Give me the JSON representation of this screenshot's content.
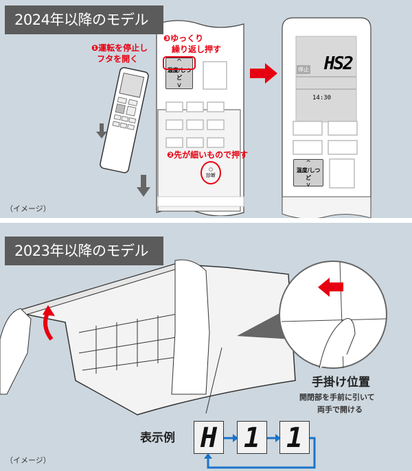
{
  "section_2024": {
    "title": "2024年以降のモデル",
    "step1": "❶運転を停止し",
    "step1b": "フタを開く",
    "step2": "❷先が細いもので押す",
    "step3": "❸ゆっくり",
    "step3b": "繰り返し押す",
    "button_label": "温度/しつど",
    "diag_label": "診断",
    "display_status": "停止",
    "display_code": "HS2",
    "display_time": "14:30",
    "note": "（イメージ）"
  },
  "section_2023": {
    "title": "2023年以降のモデル",
    "grip_title": "手掛け位置",
    "grip_desc1": "開閉部を手前に引いて",
    "grip_desc2": "両手で開ける",
    "example_label": "表示例",
    "sequence": [
      "H",
      "1",
      "1"
    ],
    "note": "（イメージ）"
  },
  "colors": {
    "accent": "#e60012",
    "arrow_blue": "#1a73c8",
    "bg": "#cdd7df"
  }
}
